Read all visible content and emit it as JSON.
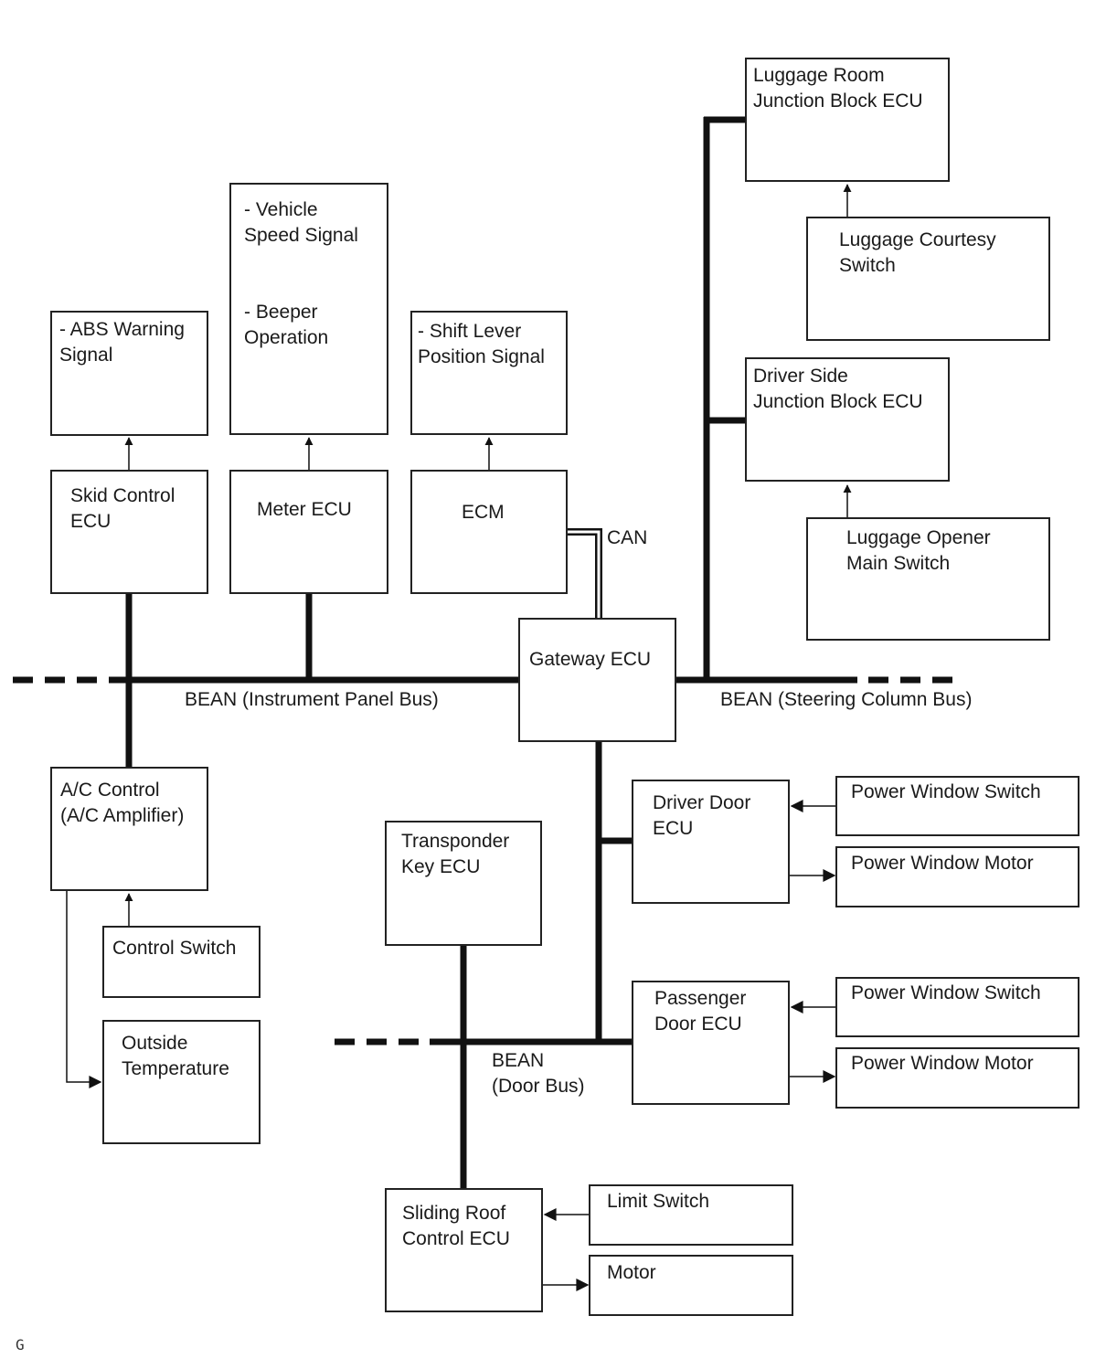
{
  "boxes": {
    "luggage_room_jb": "Luggage Room\nJunction Block ECU",
    "luggage_courtesy": "Luggage Courtesy\nSwitch",
    "driver_side_jb": "Driver Side\nJunction Block ECU",
    "luggage_opener": "Luggage Opener\nMain Switch",
    "vehicle_speed": "- Vehicle\nSpeed Signal\n\n\n- Beeper\nOperation",
    "abs_warning": "- ABS Warning\nSignal",
    "shift_lever": "- Shift Lever\nPosition Signal",
    "skid_control": "Skid Control\nECU",
    "meter_ecu": "Meter ECU",
    "ecm": "ECM",
    "gateway_ecu": "Gateway ECU",
    "ac_control": "A/C Control\n(A/C Amplifier)",
    "control_switch": "Control Switch",
    "outside_temp": "Outside\nTemperature",
    "transponder": "Transponder\nKey ECU",
    "driver_door": "Driver Door\nECU",
    "pw_switch_1": "Power Window Switch",
    "pw_motor_1": "Power Window Motor",
    "passenger_door": "Passenger\nDoor ECU",
    "pw_switch_2": "Power Window Switch",
    "pw_motor_2": "Power Window Motor",
    "sliding_roof": "Sliding Roof\nControl ECU",
    "limit_switch": "Limit Switch",
    "motor": "Motor"
  },
  "bus_labels": {
    "can": "CAN",
    "instrument_panel": "BEAN (Instrument Panel Bus)",
    "steering_column": "BEAN (Steering Column Bus)",
    "door_bus": "BEAN\n(Door Bus)"
  },
  "footnote": "G"
}
